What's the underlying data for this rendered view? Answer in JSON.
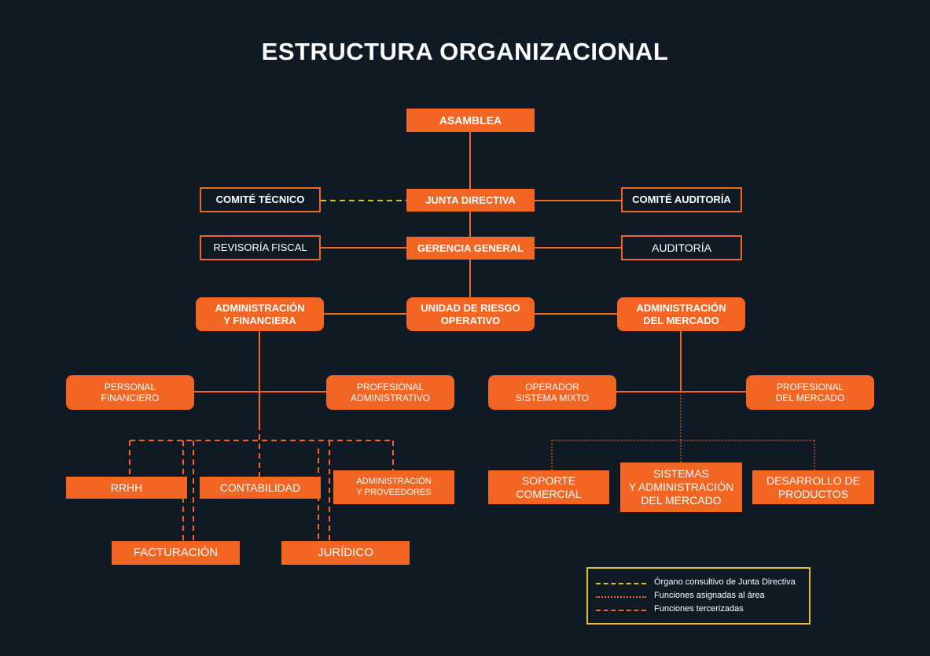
{
  "title": "ESTRUCTURA ORGANIZACIONAL",
  "nodes": {
    "asamblea": "ASAMBLEA",
    "comite_tecnico": "COMITÉ TÉCNICO",
    "junta_directiva": "JUNTA DIRECTIVA",
    "comite_auditoria": "COMITÉ AUDITORÍA",
    "revisoria_fiscal": "REVISORÍA FISCAL",
    "gerencia_general": "GERENCIA GENERAL",
    "auditoria": "AUDITORÍA",
    "admin_financiera": "ADMINISTRACIÓN\nY FINANCIERA",
    "unidad_riesgo": "UNIDAD DE RIESGO\nOPERATIVO",
    "admin_mercado": "ADMINISTRACIÓN\nDEL MERCADO",
    "personal_financiero": "PERSONAL\nFINANCIERO",
    "profesional_administrativo": "PROFESIONAL\nADMINISTRATIVO",
    "operador_sistema": "OPERADOR\nSISTEMA MIXTO",
    "profesional_mercado": "PROFESIONAL\nDEL MERCADO",
    "rrhh": "RRHH",
    "contabilidad": "CONTABILIDAD",
    "admin_proveedores": "ADMINISTRACIÓN\nY PROVEEDORES",
    "soporte_comercial": "SOPORTE\nCOMERCIAL",
    "sistemas_admin": "SISTEMAS\nY ADMINISTRACIÓN\nDEL MERCADO",
    "desarrollo_productos": "DESARROLLO DE\nPRODUCTOS",
    "facturacion": "FACTURACIÓN",
    "juridico": "JURÍDICO"
  },
  "legend": {
    "consultivo": "Órgano consultivo de Junta Directiva",
    "asignadas": "Funciones asignadas al área",
    "tercerizadas": "Funciones tercerizadas"
  },
  "colors": {
    "background": "#0f1a24",
    "accent": "#f26522",
    "consultivo_line": "#e3c025",
    "legend_border": "#e3c025"
  }
}
